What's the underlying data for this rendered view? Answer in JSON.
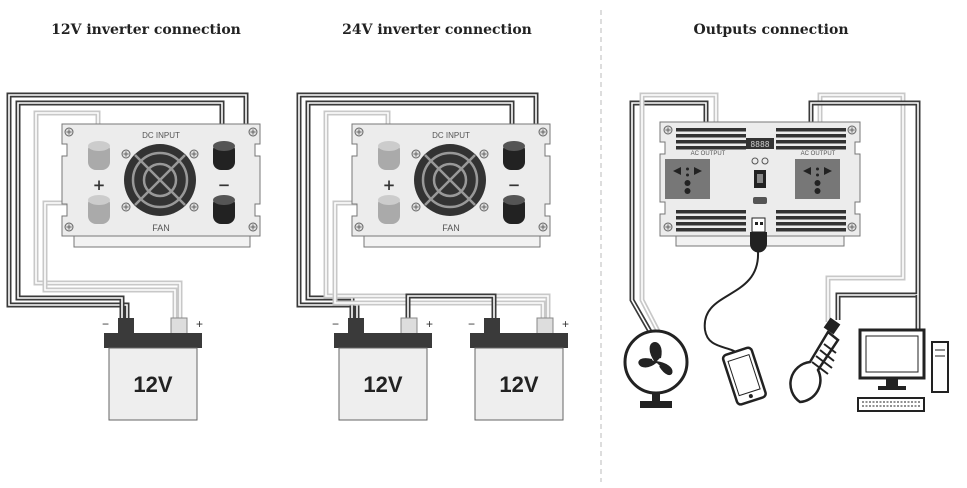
{
  "sections": {
    "left_title": "12V inverter connection",
    "middle_title": "24V inverter connection",
    "right_title": "Outputs connection"
  },
  "inverter_dc": {
    "dc_input_label": "DC INPUT",
    "fan_label": "FAN",
    "positive_sign": "+",
    "negative_sign": "−"
  },
  "battery": {
    "voltage_label": "12V",
    "positive_sign": "+",
    "negative_sign": "−"
  },
  "inverter_ac": {
    "ac_output_label": "AC OUTPUT",
    "display": "8888"
  },
  "colors": {
    "dark_wire": "#3a3a3a",
    "light_wire": "#c8c8c8",
    "panel": "#ececec",
    "battery_body": "#eeeeee",
    "battery_top": "#3a3a3a"
  }
}
